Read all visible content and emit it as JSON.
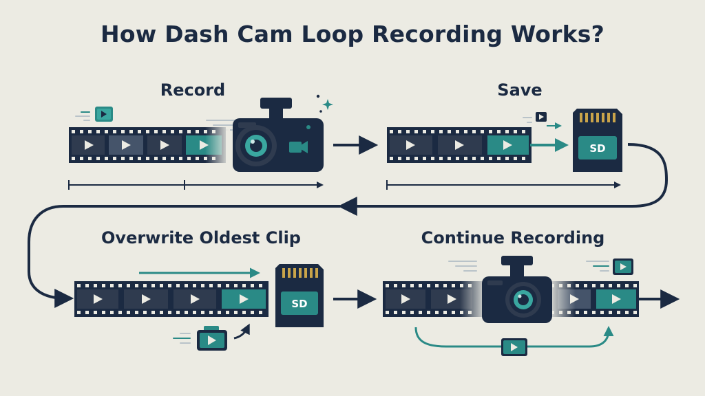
{
  "title": "How Dash Cam Loop Recording Works?",
  "steps": [
    {
      "label": "Record"
    },
    {
      "label": "Save"
    },
    {
      "label": "Overwrite Oldest Clip"
    },
    {
      "label": "Continue Recording"
    }
  ],
  "sd_card_label": "SD",
  "colors": {
    "background": "#ecebe3",
    "navy": "#1b2a42",
    "film_frame": "#2f3b4f",
    "teal": "#2a8a86",
    "teal_light": "#3aa7a0"
  },
  "icons": [
    "video-clip-icon",
    "film-strip-icon",
    "dash-cam-icon",
    "sd-card-icon",
    "arrow-icon",
    "sparkle-icon"
  ]
}
